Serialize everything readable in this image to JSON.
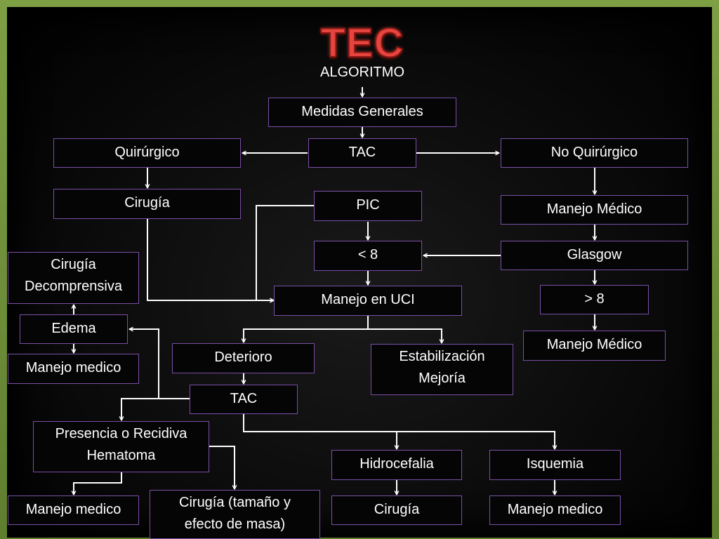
{
  "title": "TEC",
  "subtitle": "ALGORITMO",
  "colors": {
    "box_border": "#7a4fa8",
    "connector": "#ffffff",
    "title": "#e5443f",
    "frame": "#6f8e3a"
  },
  "nodes": {
    "medidas_generales": "Medidas Generales",
    "tac_top": "TAC",
    "quirurgico": "Quirúrgico",
    "no_quirurgico": "No Quirúrgico",
    "cirugia_top": "Cirugía",
    "pic": "PIC",
    "manejo_medico_right": "Manejo Médico",
    "menor_8": "< 8",
    "glasgow": "Glasgow",
    "cirugia_decompresiva": "Cirugía\nDecomprensiva",
    "manejo_en_uci": "Manejo en UCI",
    "mayor_8": "> 8",
    "edema": "Edema",
    "manejo_medico_right_2": "Manejo Médico",
    "manejo_medico_left": "Manejo medico",
    "deterioro": "Deterioro",
    "estabilizacion": "Estabilización\nMejoría",
    "tac_mid": "TAC",
    "presencia_hematoma": "Presencia o Recidiva\nHematoma",
    "hidrocefalia": "Hidrocefalia",
    "isquemia": "Isquemia",
    "manejo_medico_bottom_left": "Manejo medico",
    "cirugia_masa": "Cirugía (tamaño y\nefecto de masa)",
    "cirugia_bottom": "Cirugía",
    "manejo_medico_bottom_right": "Manejo medico"
  }
}
